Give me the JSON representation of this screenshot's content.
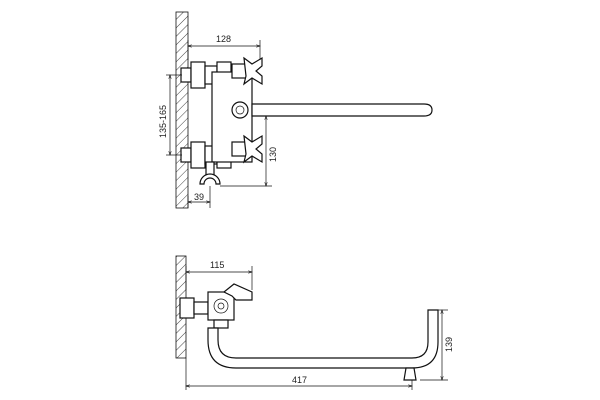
{
  "dimensions": {
    "top_width": "128",
    "top_inlet_spacing": "135-165",
    "top_shower_drop": "130",
    "top_shower_offset": "39",
    "bottom_depth": "115",
    "bottom_height": "139",
    "bottom_length": "417"
  }
}
